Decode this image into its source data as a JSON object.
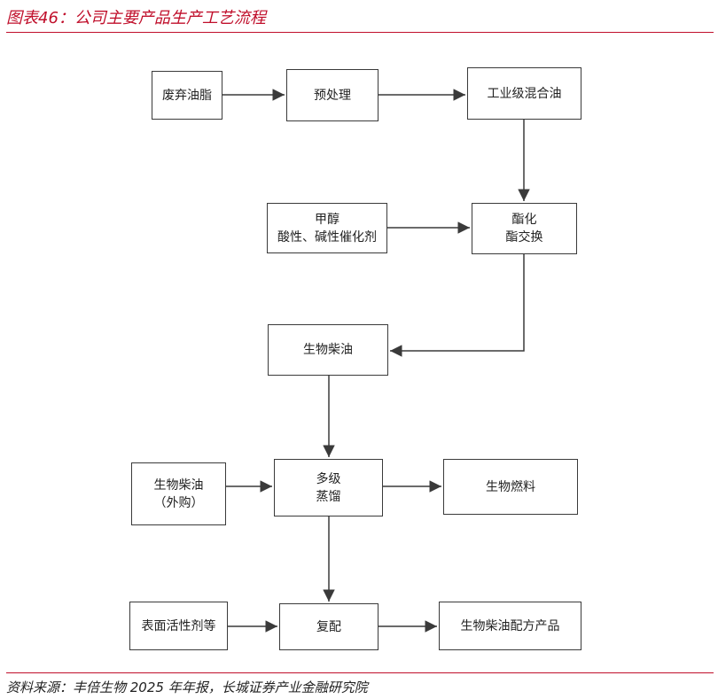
{
  "title": "图表46：公司主要产品生产工艺流程",
  "source": "资料来源：丰倍生物 2025 年年报，长城证券产业金融研究院",
  "nodes": {
    "waste_oil": [
      "废弃油脂"
    ],
    "pretreatment": [
      "预处理"
    ],
    "industrial_mixed_oil": [
      "工业级混合油"
    ],
    "methanol_catalyst": [
      "甲醇",
      "酸性、碱性催化剂"
    ],
    "esterification": [
      "酯化",
      "酯交换"
    ],
    "biodiesel": [
      "生物柴油"
    ],
    "purchased_biodiesel": [
      "生物柴油",
      "（外购）"
    ],
    "distillation": [
      "多级",
      "蒸馏"
    ],
    "bio_fuel": [
      "生物燃料"
    ],
    "surfactant": [
      "表面活性剂等"
    ],
    "blending": [
      "复配"
    ],
    "blended_product": [
      "生物柴油配方产品"
    ]
  },
  "edges": [
    [
      "waste_oil",
      "pretreatment"
    ],
    [
      "pretreatment",
      "industrial_mixed_oil"
    ],
    [
      "industrial_mixed_oil",
      "esterification"
    ],
    [
      "methanol_catalyst",
      "esterification"
    ],
    [
      "esterification",
      "biodiesel"
    ],
    [
      "biodiesel",
      "distillation"
    ],
    [
      "purchased_biodiesel",
      "distillation"
    ],
    [
      "distillation",
      "bio_fuel"
    ],
    [
      "distillation",
      "blending"
    ],
    [
      "surfactant",
      "blending"
    ],
    [
      "blending",
      "blended_product"
    ]
  ]
}
